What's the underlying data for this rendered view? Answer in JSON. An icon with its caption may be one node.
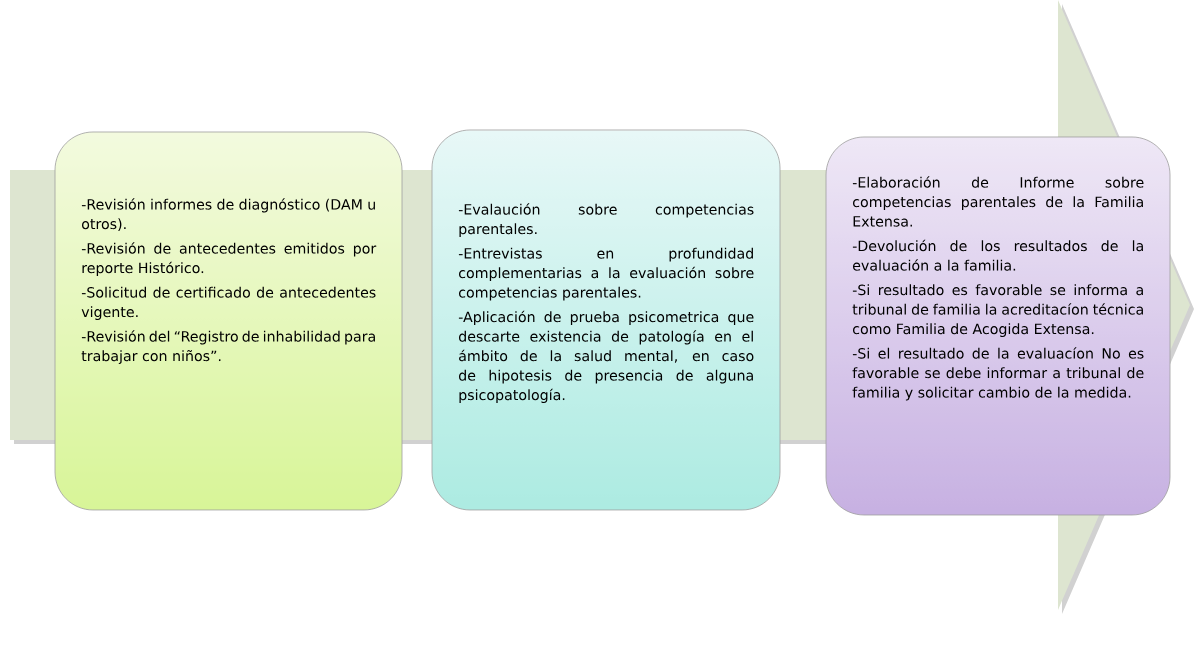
{
  "diagram": {
    "nodes": [
      {
        "text": [
          "-Revisión informes de diagnóstico (DAM u otros).",
          "-Revisión de antecedentes emitidos por reporte Histórico.",
          "-Solicitud de certificado de antecedentes vigente.",
          "-Revisión del “Registro de inhabilidad para trabajar con niños”."
        ]
      },
      {
        "text": [
          "-Evalaución sobre competencias parentales.",
          "-Entrevistas en profundidad complementarias a la evaluación sobre competencias parentales.",
          "-Aplicación de prueba psicometrica que descarte existencia de patología en el ámbito de la salud mental, en caso de hipotesis de presencia de alguna psicopatología."
        ]
      },
      {
        "text": [
          "-Elaboración de Informe sobre competencias parentales de la Familia Extensa.",
          "-Devolución de los resultados de la evaluación a la familia.",
          "-Si resultado es favorable se informa a tribunal de familia la acreditacíon técnica como Familia de Acogida Extensa.",
          "-Si el resultado de la evaluacíon No es favorable se debe informar a tribunal de familia y solicitar cambio de la medida."
        ]
      }
    ]
  }
}
